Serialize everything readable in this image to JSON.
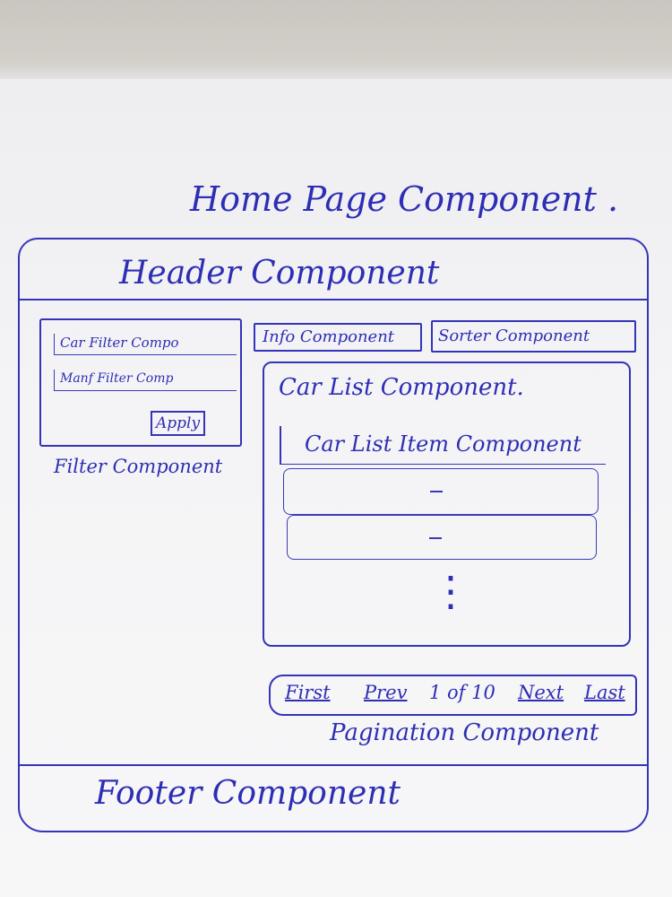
{
  "title": "Home Page Component .",
  "header": {
    "label": "Header Component"
  },
  "filter": {
    "car_filter": "Car Filter Compo",
    "manf_filter": "Manf Filter Comp",
    "apply": "Apply",
    "caption": "Filter Component"
  },
  "info": {
    "label": "Info Component"
  },
  "sorter": {
    "label": "Sorter Component"
  },
  "car_list": {
    "title": "Car List Component.",
    "item": "Car List Item Component",
    "rows": [
      "-",
      "-"
    ],
    "ellipsis": "⋮"
  },
  "pagination": {
    "first": "First",
    "prev": "Prev",
    "status": "1 of 10",
    "next": "Next",
    "last": "Last",
    "caption": "Pagination Component"
  },
  "footer": {
    "label": "Footer Component"
  },
  "colors": {
    "ink": "#2e2eb5",
    "paper": "#f4f4f6"
  }
}
